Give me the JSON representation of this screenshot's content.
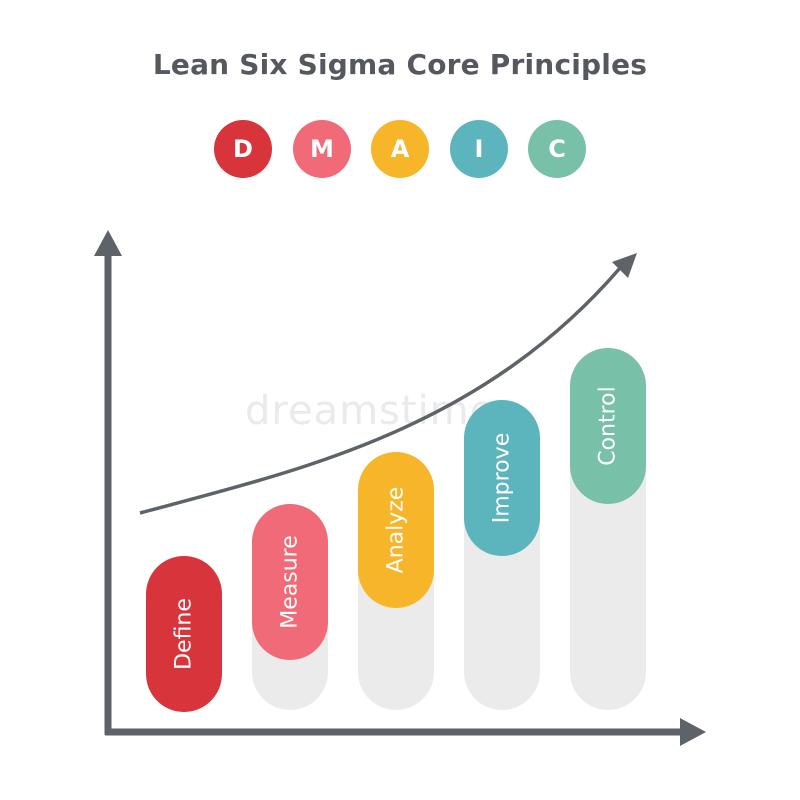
{
  "title": "Lean Six Sigma Core Principles",
  "letters": [
    {
      "letter": "D",
      "color": "#d7353b"
    },
    {
      "letter": "M",
      "color": "#f06b77"
    },
    {
      "letter": "A",
      "color": "#f7b62a"
    },
    {
      "letter": "I",
      "color": "#5cb5bd"
    },
    {
      "letter": "C",
      "color": "#78c1a8"
    }
  ],
  "steps": [
    {
      "label": "Define",
      "color": "#d7353b",
      "level": 1
    },
    {
      "label": "Measure",
      "color": "#f06b77",
      "level": 2
    },
    {
      "label": "Analyze",
      "color": "#f7b62a",
      "level": 3
    },
    {
      "label": "Improve",
      "color": "#5cb5bd",
      "level": 4
    },
    {
      "label": "Control",
      "color": "#78c1a8",
      "level": 5
    }
  ],
  "watermark": "dreamstime",
  "colors": {
    "axis": "#5e6269",
    "track": "#ebebec",
    "title": "#55595f"
  }
}
